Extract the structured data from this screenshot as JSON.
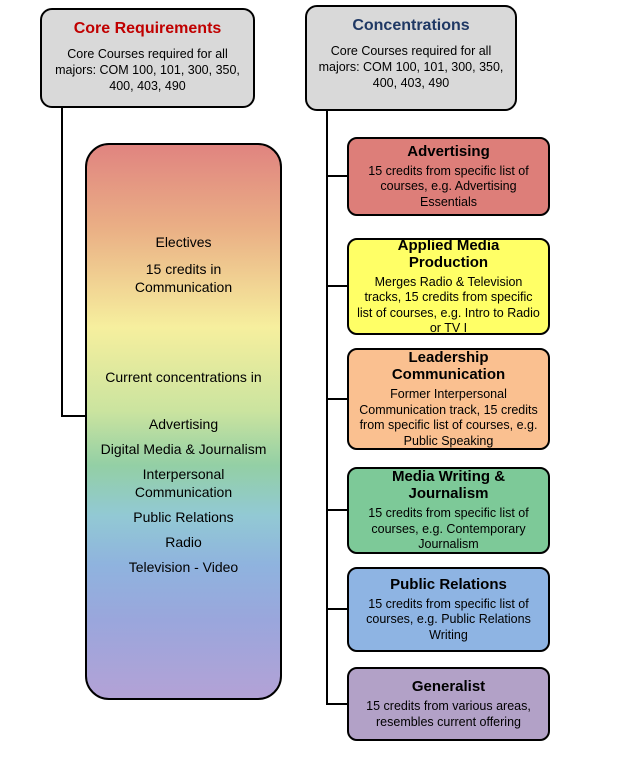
{
  "left_column": {
    "header": {
      "title": "Core Requirements",
      "title_color": "#c00000",
      "body": "Core Courses required for all majors: COM 100, 101, 300, 350, 400, 403, 490"
    },
    "electives_box": {
      "heading": "Electives",
      "credits": "15 credits in Communication",
      "current_label": "Current concentrations in",
      "concentrations": [
        "Advertising",
        "Digital Media & Journalism",
        "Interpersonal Communication",
        "Public Relations",
        "Radio",
        "Television - Video"
      ]
    }
  },
  "right_column": {
    "header": {
      "title": "Concentrations",
      "title_color": "#1f3864",
      "body": "Core Courses required for all majors: COM 100, 101, 300, 350, 400, 403, 490"
    },
    "boxes": [
      {
        "title": "Advertising",
        "body": "15 credits from specific list of courses, e.g. Advertising Essentials",
        "color": "#dd7e79"
      },
      {
        "title": "Applied Media Production",
        "body": "Merges Radio & Television tracks, 15 credits from specific list of courses, e.g. Intro to Radio or TV I",
        "color": "#ffff66"
      },
      {
        "title": "Leadership Communication",
        "body": "Former Interpersonal Communication track, 15 credits from specific list of courses, e.g. Public Speaking",
        "color": "#fac090"
      },
      {
        "title": "Media Writing & Journalism",
        "body": "15 credits from specific list of courses, e.g. Contemporary Journalism",
        "color": "#7dc998"
      },
      {
        "title": "Public Relations",
        "body": "15 credits from specific list of courses, e.g. Public Relations Writing",
        "color": "#8eb4e3"
      },
      {
        "title": "Generalist",
        "body": "15 credits from various areas, resembles current offering",
        "color": "#b2a1c7"
      }
    ]
  }
}
